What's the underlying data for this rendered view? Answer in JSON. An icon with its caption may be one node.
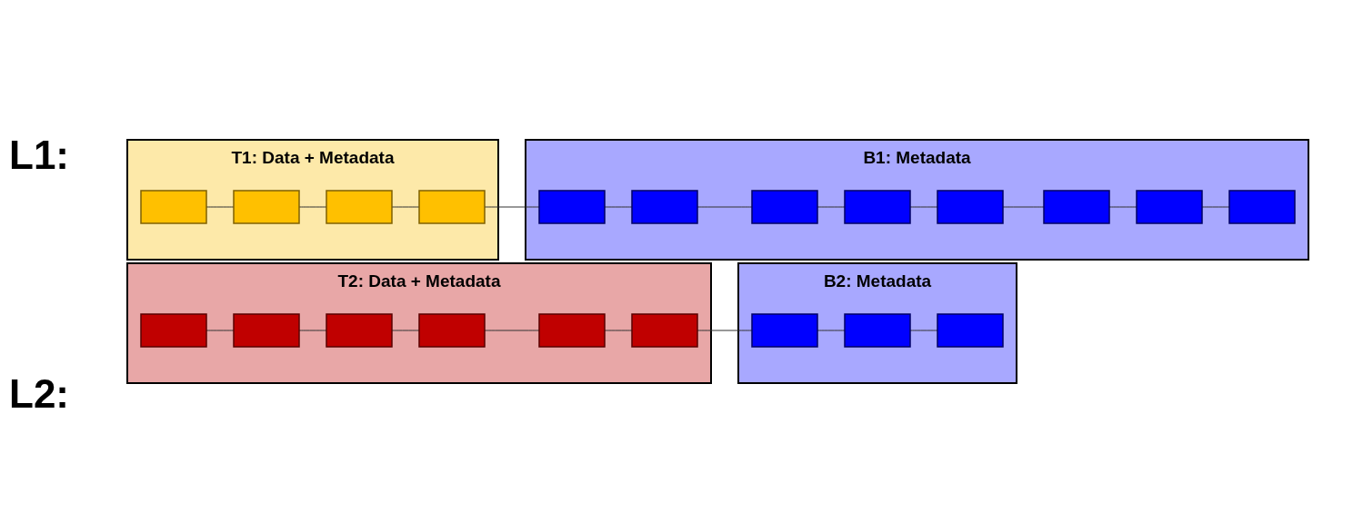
{
  "diagram": {
    "nodes": [
      {
        "text": [
          "T1: Data + Metadata"
        ]
      },
      {
        "text": [],
        "shape": "box",
        "in": 0
      },
      {
        "text": [],
        "shape": "box",
        "in": 0
      },
      {
        "text": [],
        "shape": "box",
        "in": 0
      },
      {
        "text": [],
        "shape": "box",
        "in": 0
      },
      {
        "text": [
          "B1: Metadata"
        ]
      },
      {
        "text": [],
        "shape": "box",
        "in": 5
      },
      {
        "text": [],
        "shape": "box",
        "in": 5
      },
      {
        "text": [],
        "shape": "box",
        "in": 5
      },
      {
        "text": [],
        "shape": "box",
        "in": 5
      },
      {
        "text": [],
        "shape": "box",
        "in": 5
      },
      {
        "text": [],
        "shape": "box",
        "in": 5
      },
      {
        "text": [],
        "shape": "box",
        "in": 5
      },
      {
        "text": [],
        "shape": "box",
        "in": 5
      },
      {
        "text": [
          "T2: Data + Metadata"
        ]
      },
      {
        "text": [],
        "shape": "box",
        "in": 14
      },
      {
        "text": [],
        "shape": "box",
        "in": 14
      },
      {
        "text": [],
        "shape": "box",
        "in": 14
      },
      {
        "text": [],
        "shape": "box",
        "in": 14
      },
      {
        "text": [],
        "shape": "box",
        "in": 14
      },
      {
        "text": [],
        "shape": "box",
        "in": 14
      },
      {
        "text": [
          "B2: Metadata"
        ]
      },
      {
        "text": [],
        "shape": "box",
        "in": 21
      },
      {
        "text": [],
        "shape": "box",
        "in": 21
      },
      {
        "text": [],
        "shape": "box",
        "in": 21
      }
    ],
    "edges": [
      {
        "from": 1,
        "to": 2,
        "arrow": "none"
      },
      {
        "from": 2,
        "to": 3,
        "arrow": "none"
      },
      {
        "from": 3,
        "to": 4,
        "arrow": "none"
      },
      {
        "from": 4,
        "to": 6,
        "arrow": "none"
      },
      {
        "from": 6,
        "to": 7,
        "arrow": "none"
      },
      {
        "from": 7,
        "to": 8,
        "arrow": "none"
      },
      {
        "from": 8,
        "to": 9,
        "arrow": "none"
      },
      {
        "from": 9,
        "to": 10,
        "arrow": "none"
      },
      {
        "from": 10,
        "to": 11,
        "arrow": "none"
      },
      {
        "from": 11,
        "to": 12,
        "arrow": "none"
      },
      {
        "from": 12,
        "to": 13,
        "arrow": "none"
      },
      {
        "from": 15,
        "to": 16,
        "arrow": "none"
      },
      {
        "from": 16,
        "to": 17,
        "arrow": "none"
      },
      {
        "from": 17,
        "to": 18,
        "arrow": "none"
      },
      {
        "from": 18,
        "to": 19,
        "arrow": "none"
      },
      {
        "from": 19,
        "to": 20,
        "arrow": "none"
      },
      {
        "from": 20,
        "to": 22,
        "arrow": "none"
      },
      {
        "from": 22,
        "to": 23,
        "arrow": "none"
      },
      {
        "from": 23,
        "to": 24,
        "arrow": "none"
      }
    ],
    "labels": [
      "L1:",
      "L2:"
    ]
  }
}
